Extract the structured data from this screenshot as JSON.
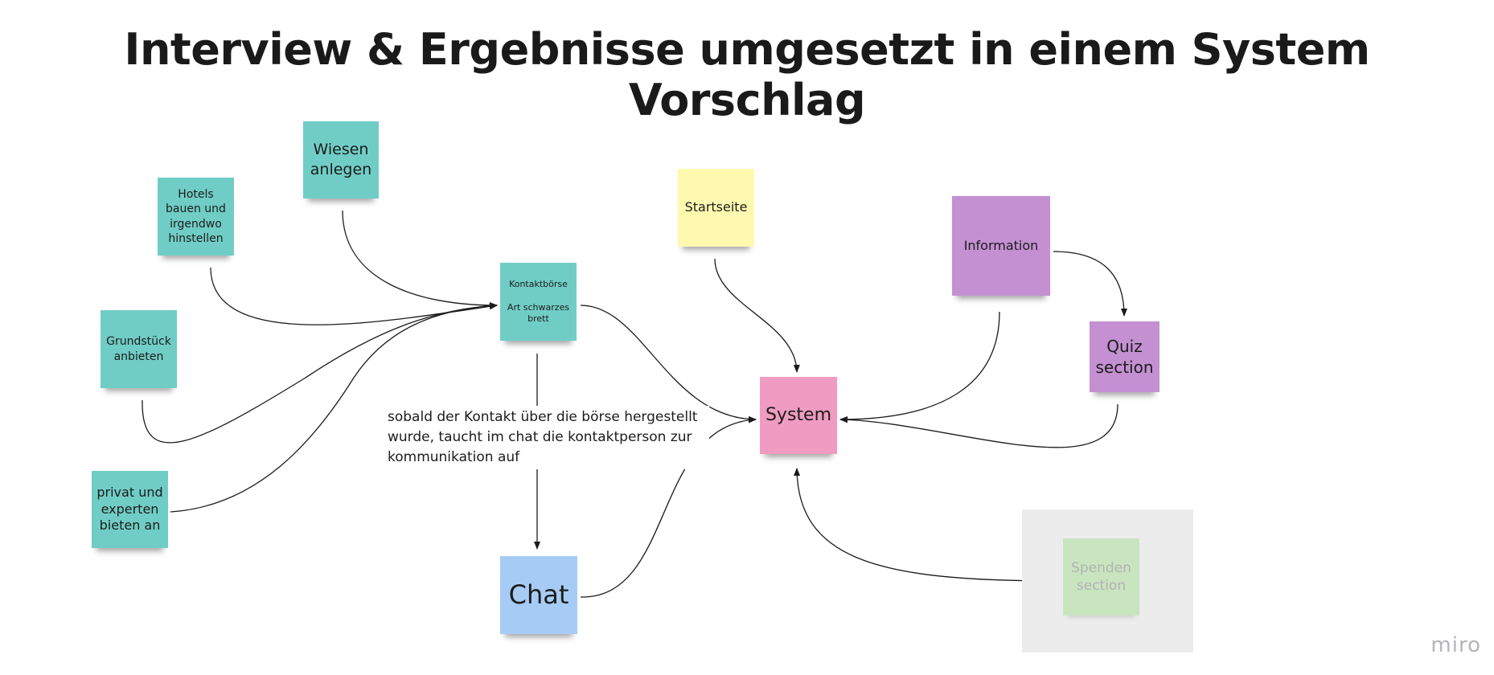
{
  "title": "Interview & Ergebnisse umgesetzt in einem System Vorschlag",
  "notes": {
    "hotels": "Hotels\nbauen und\nirgendwo\nhinstellen",
    "wiesen": "Wiesen\nanlegen",
    "grundstueck": "Grundstück\nanbieten",
    "privat": "privat und\nexperten\nbieten an",
    "kontaktboerse": "Kontaktbörse\n\nArt schwarzes\nbrett",
    "chat": "Chat",
    "startseite": "Startseite",
    "system": "System",
    "information": "Information",
    "quiz": "Quiz\nsection",
    "spenden": "Spenden\nsection"
  },
  "annotation": "sobald der Kontakt über die börse hergestellt wurde, taucht im chat die kontaktperson zur kommunikation auf",
  "watermark": "miro",
  "colors": {
    "teal": "#70cdc6",
    "yellow": "#fff9b0",
    "purple": "#c490d2",
    "pink": "#f09bc2",
    "blue": "#a6ccf5",
    "green": "#c9e5c0",
    "frame": "#ececec"
  }
}
